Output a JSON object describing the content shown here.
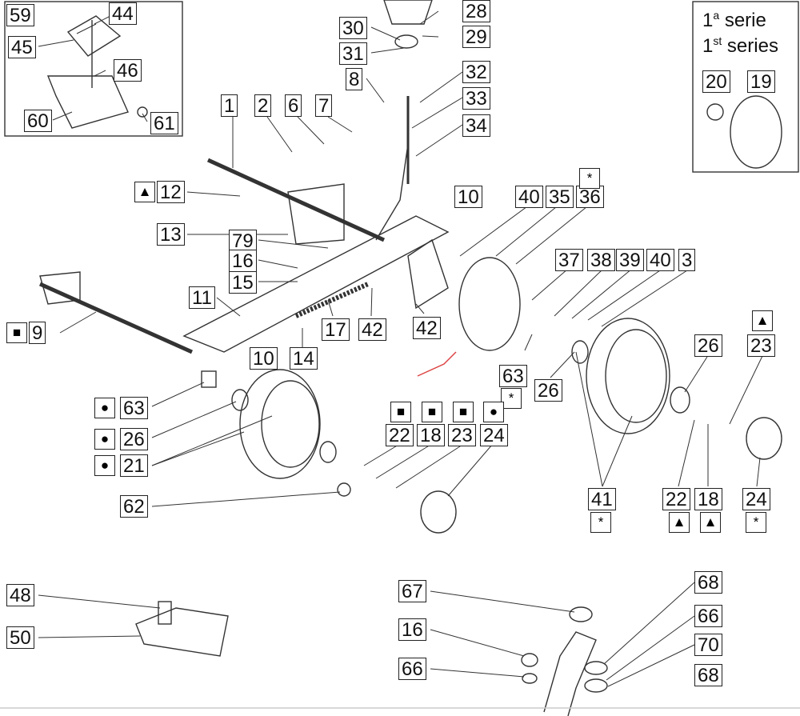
{
  "legend": {
    "line1_num": "1",
    "line1_sup": "a",
    "line1_word": "serie",
    "line2_num": "1",
    "line2_sup": "st",
    "line2_word": "series"
  },
  "labels": [
    "59",
    "44",
    "45",
    "46",
    "60",
    "61",
    "30",
    "31",
    "28",
    "29",
    "8",
    "32",
    "33",
    "34",
    "1",
    "2",
    "6",
    "7",
    "12",
    "13",
    "79",
    "16",
    "15",
    "11",
    "9",
    "10",
    "17",
    "42",
    "14",
    "10",
    "40",
    "35",
    "36",
    "42",
    "37",
    "38",
    "39",
    "40",
    "3",
    "63",
    "26",
    "26",
    "23",
    "63",
    "26",
    "21",
    "62",
    "22",
    "18",
    "23",
    "24",
    "41",
    "22",
    "18",
    "24",
    "20",
    "19",
    "48",
    "50",
    "67",
    "16",
    "66",
    "68",
    "66",
    "70",
    "68"
  ],
  "marks": {
    "triangle": "▲",
    "square": "■",
    "circle": "●",
    "star": "*"
  }
}
